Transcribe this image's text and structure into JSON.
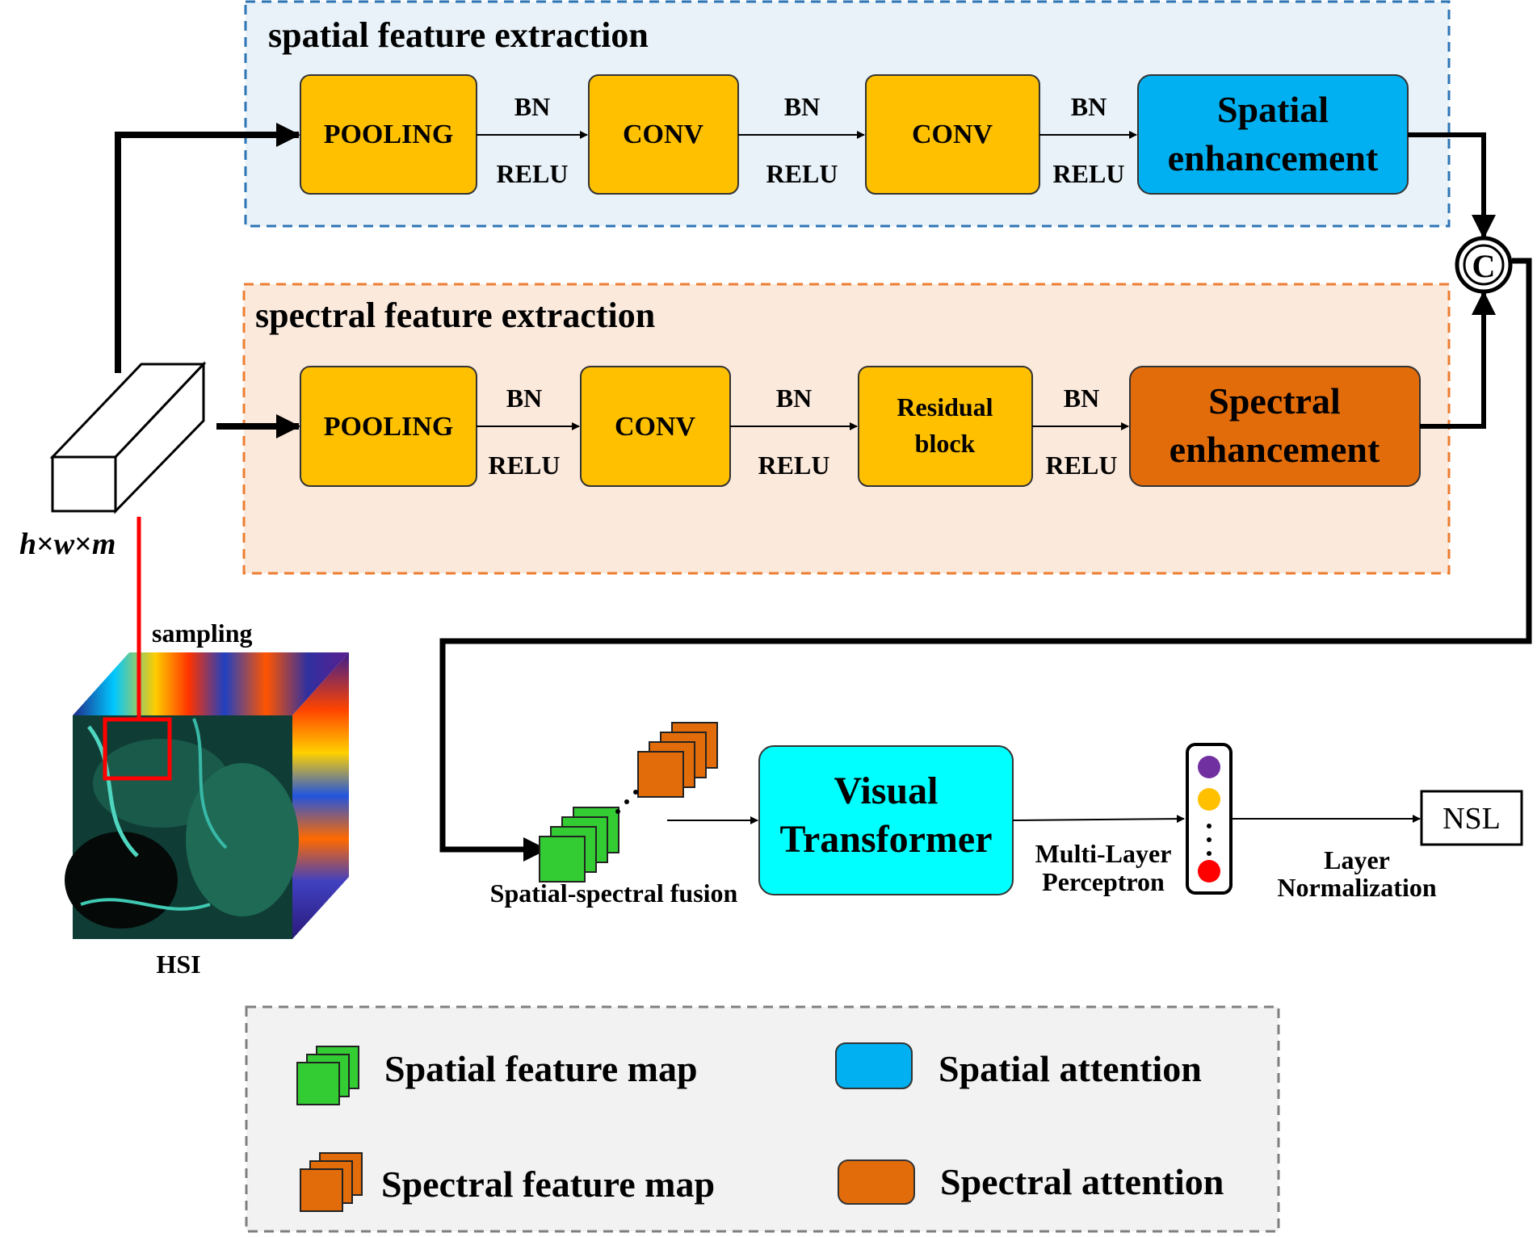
{
  "colors": {
    "block_yellow": "#FFC000",
    "spatial_attention": "#00B0F0",
    "spectral_attention": "#E36C0A",
    "transformer": "#00FFFF",
    "spatial_map": "#33CC33",
    "spectral_map": "#E36C0A",
    "spatial_panel": "#E8F2F8",
    "spectral_panel": "#FBE9DC",
    "legend_panel": "#F2F2F2",
    "mlp_dots": [
      "#7030A0",
      "#FFC000",
      "#FF0000"
    ]
  },
  "spatial_branch": {
    "title": "spatial feature extraction",
    "blocks": [
      "POOLING",
      "CONV",
      "CONV"
    ],
    "enhancement": [
      "Spatial",
      "enhancement"
    ],
    "connectors": [
      {
        "top": "BN",
        "bottom": "RELU"
      },
      {
        "top": "BN",
        "bottom": "RELU"
      },
      {
        "top": "BN",
        "bottom": "RELU"
      }
    ]
  },
  "spectral_branch": {
    "title": "spectral feature extraction",
    "blocks": [
      "POOLING",
      "CONV"
    ],
    "residual": [
      "Residual",
      "block"
    ],
    "enhancement": [
      "Spectral",
      "enhancement"
    ],
    "connectors": [
      {
        "top": "BN",
        "bottom": "RELU"
      },
      {
        "top": "BN",
        "bottom": "RELU"
      },
      {
        "top": "BN",
        "bottom": "RELU"
      }
    ]
  },
  "concat_symbol": "C",
  "input": {
    "cube_label_h": "h",
    "cube_label_w": "w",
    "cube_label_m": "m",
    "times": "×",
    "sampling": "sampling",
    "hsi": "HSI"
  },
  "fusion": {
    "label": "Spatial-spectral fusion",
    "transformer": [
      "Visual",
      "Transformer"
    ],
    "mlp_label": [
      "Multi-Layer",
      "Perceptron"
    ],
    "norm_label": [
      "Layer",
      "Normalization"
    ],
    "output": "NSL"
  },
  "legend": {
    "items": [
      {
        "icon": "spatial-feature-map-icon",
        "label": "Spatial feature map"
      },
      {
        "icon": "spatial-attention-swatch",
        "label": "Spatial attention"
      },
      {
        "icon": "spectral-feature-map-icon",
        "label": "Spectral feature map"
      },
      {
        "icon": "spectral-attention-swatch",
        "label": "Spectral attention"
      }
    ]
  }
}
